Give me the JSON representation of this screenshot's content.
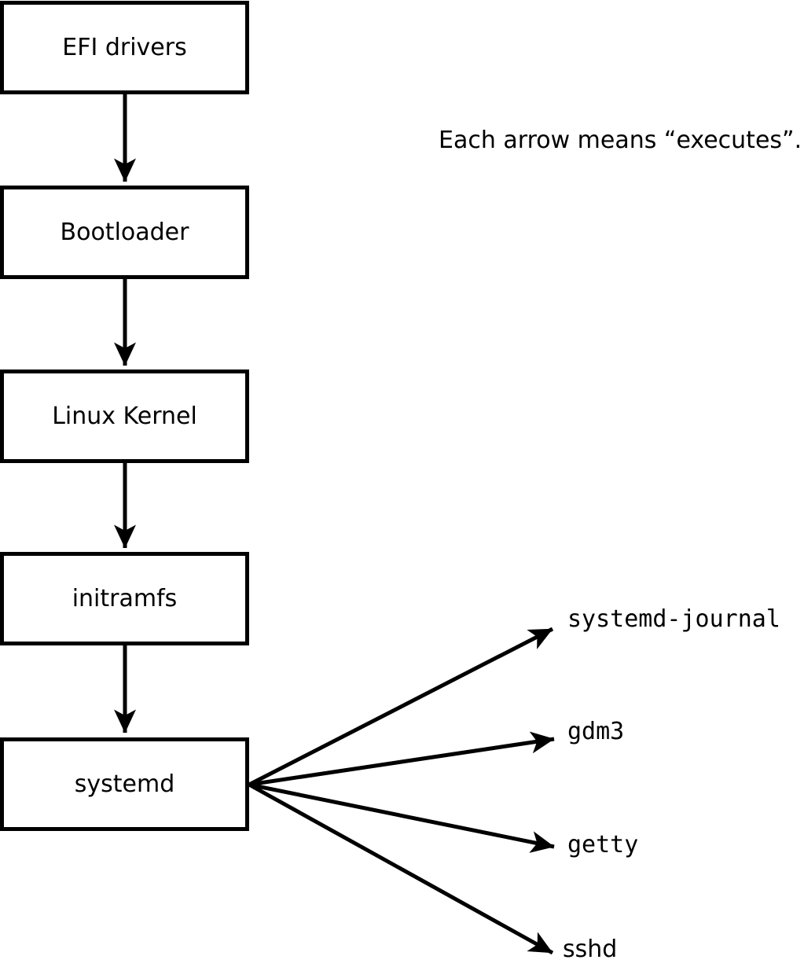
{
  "note": {
    "text": "Each arrow means “executes”."
  },
  "colors": {
    "stroke": "#000000",
    "background": "#ffffff",
    "box_fill": "#ffffff"
  },
  "flow": {
    "boxes": [
      {
        "label": "EFI drivers"
      },
      {
        "label": "Bootloader"
      },
      {
        "label": "Linux Kernel"
      },
      {
        "label": "initramfs"
      },
      {
        "label": "systemd"
      }
    ],
    "spawned_processes": [
      {
        "label": "systemd-journal"
      },
      {
        "label": "gdm3"
      },
      {
        "label": "getty"
      },
      {
        "label": "sshd"
      }
    ]
  }
}
